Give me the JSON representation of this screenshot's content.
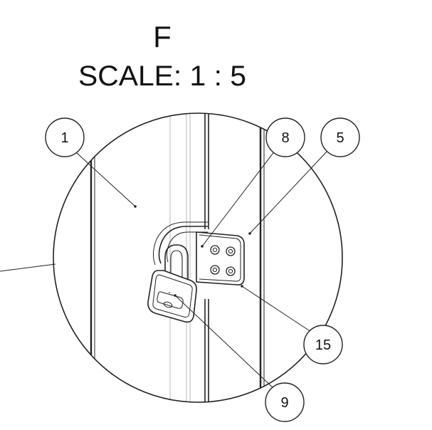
{
  "view": {
    "label": "F",
    "scale_text": "SCALE: 1 : 5"
  },
  "balloons": [
    {
      "id": "balloon-1",
      "number": "1"
    },
    {
      "id": "balloon-8",
      "number": "8"
    },
    {
      "id": "balloon-5",
      "number": "5"
    },
    {
      "id": "balloon-15",
      "number": "15"
    },
    {
      "id": "balloon-9",
      "number": "9"
    }
  ],
  "colors": {
    "line": "#222222",
    "background": "#ffffff",
    "hidden_line": "#b8b8b8"
  }
}
